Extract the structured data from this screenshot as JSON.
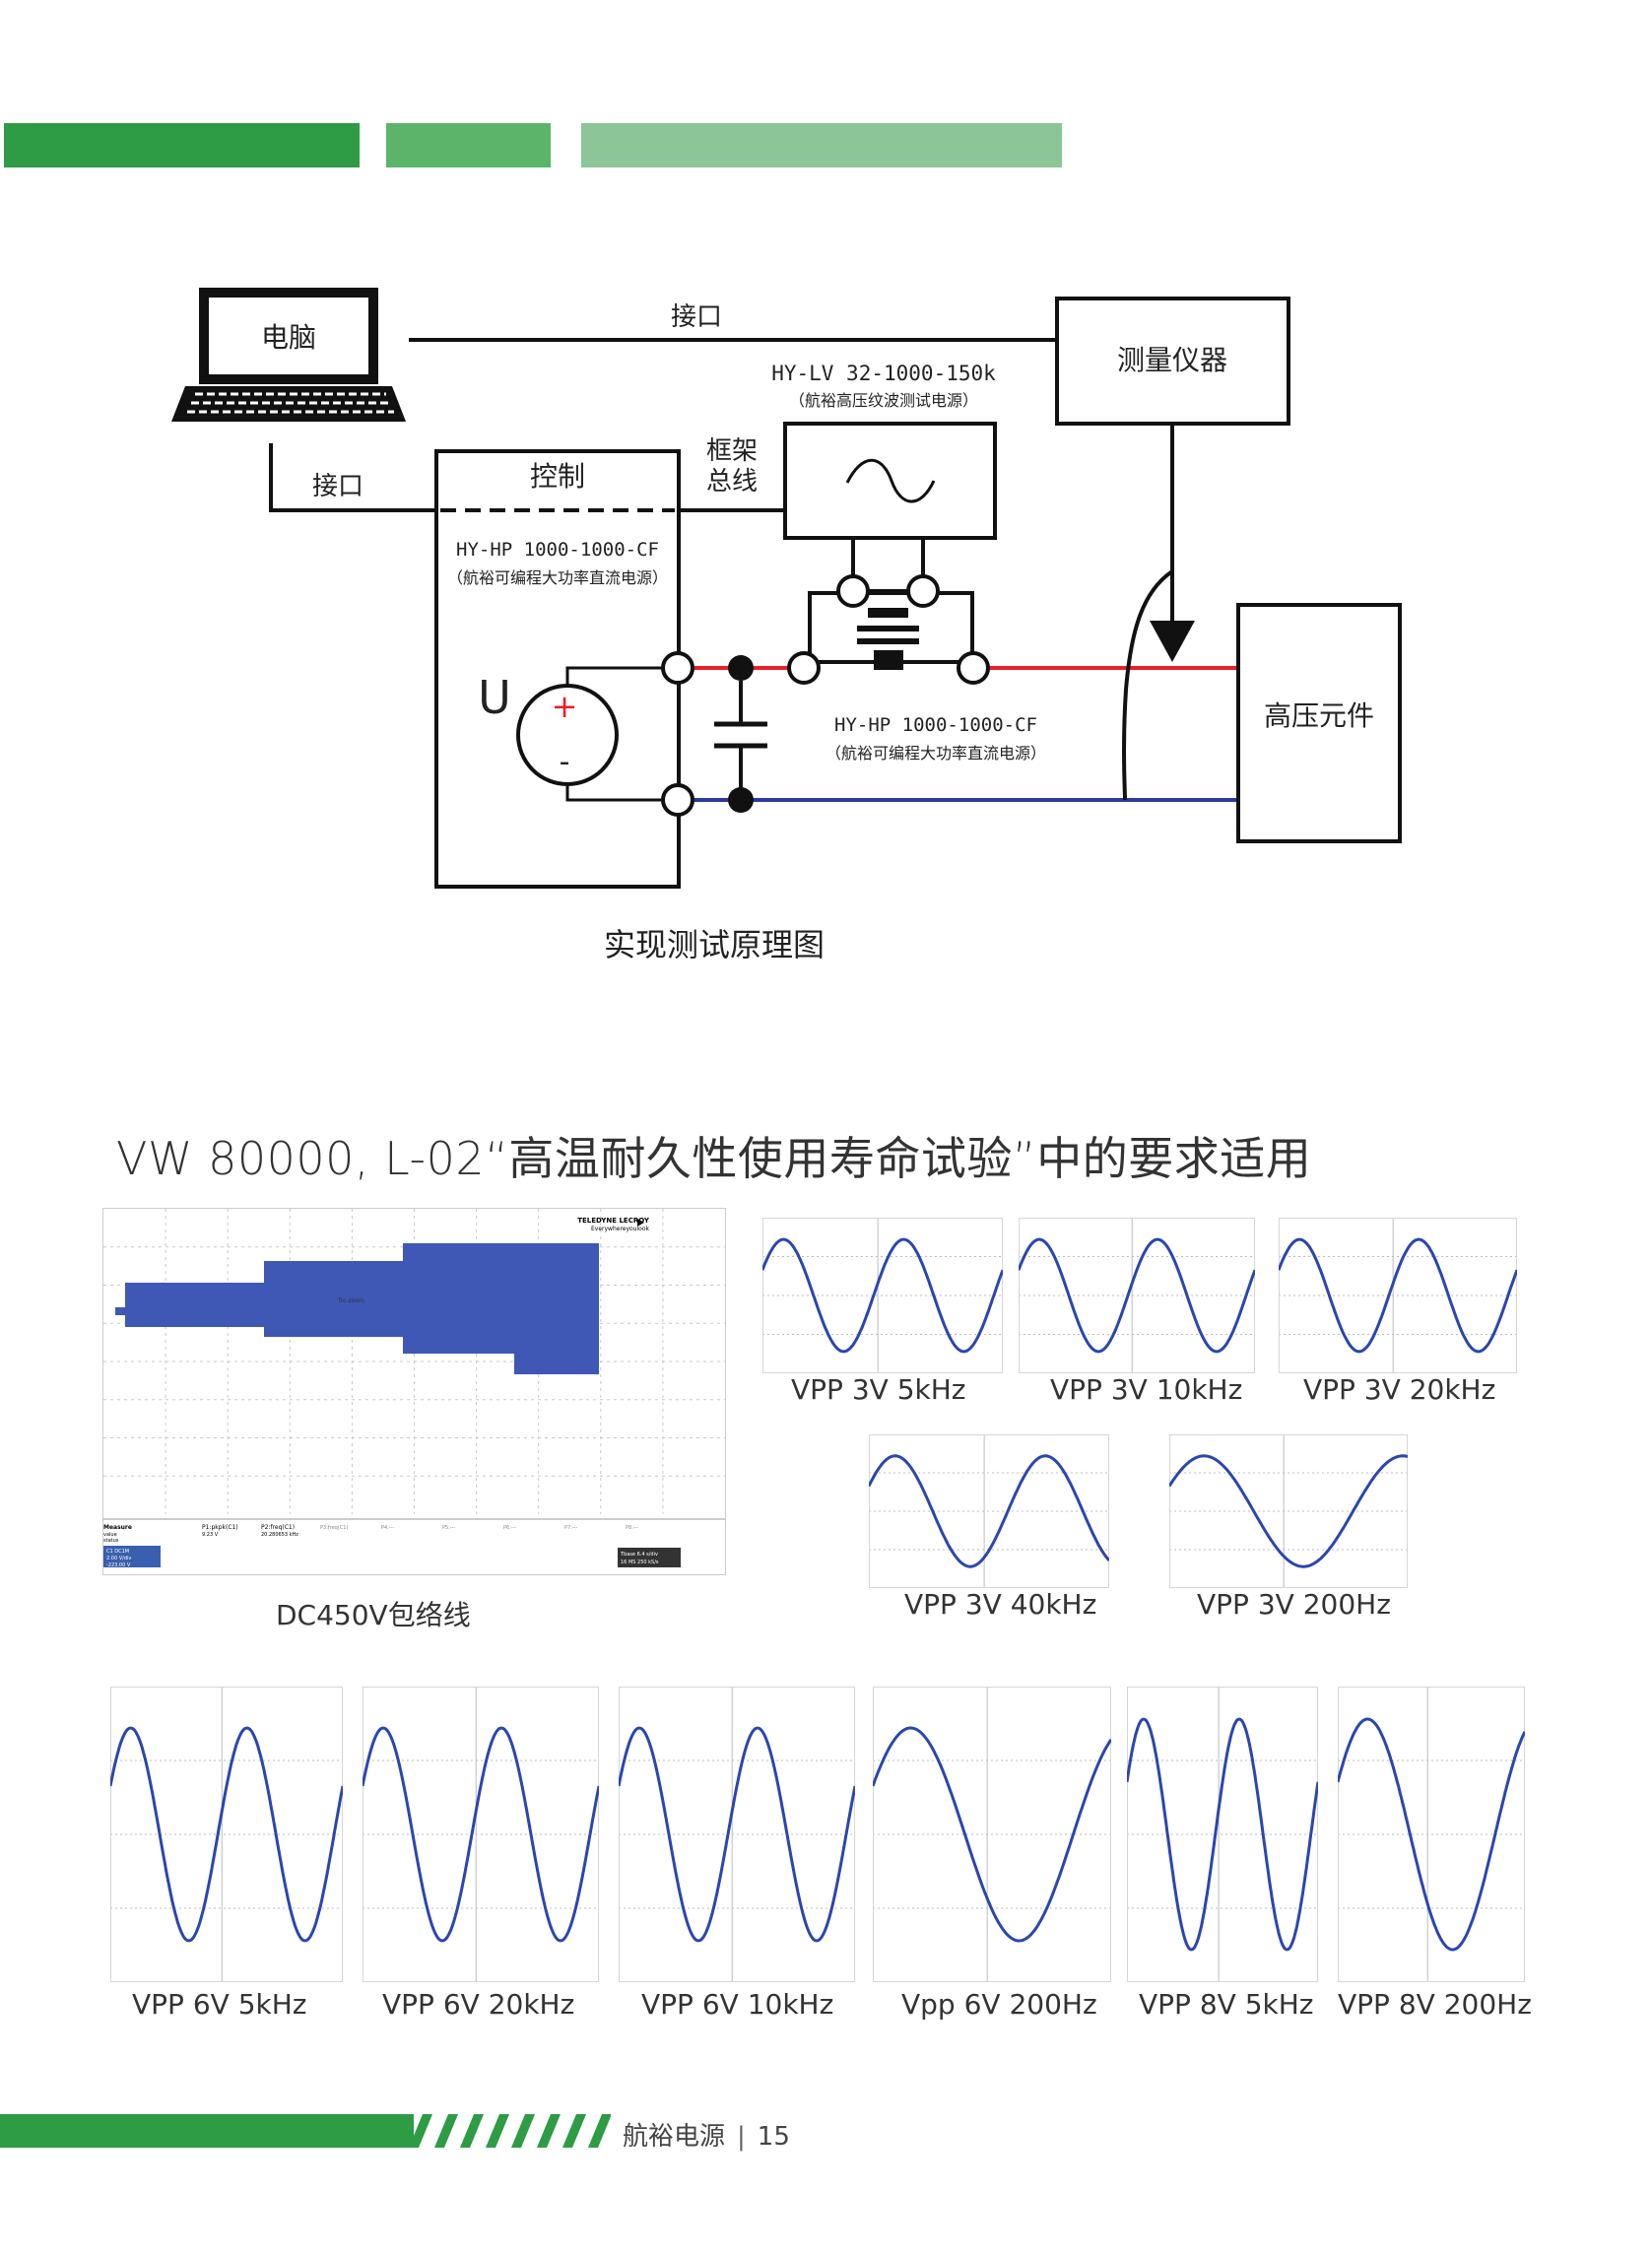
{
  "header": {
    "bar_colors": [
      "#2e9b45",
      "#5bb46a",
      "#8cc597"
    ]
  },
  "diagram": {
    "computer_label": "电脑",
    "interface_top_label": "接口",
    "interface_left_label": "接口",
    "instrument_label": "测量仪器",
    "ripple_source_model": "HY-LV 32-1000-150k",
    "ripple_source_desc": "（航裕高压纹波测试电源）",
    "bus_label_line1": "框架",
    "bus_label_line2": "总线",
    "control_label": "控制",
    "dc_source_model": "HY-HP 1000-1000-CF",
    "dc_source_desc": "（航裕可编程大功率直流电源）",
    "voltage_symbol": "U",
    "plus_sign": "+",
    "minus_sign": "-",
    "inline_model": "HY-HP 1000-1000-CF",
    "inline_desc": "（航裕可编程大功率直流电源）",
    "hv_component_label": "高压元件",
    "caption": "实现测试原理图",
    "colors": {
      "positive_line": "#e8202a",
      "negative_line": "#2b3a9c",
      "stroke": "#111111"
    }
  },
  "section": {
    "title": "VW 80000, L-02“高温耐久性使用寿命试验”中的要求适用"
  },
  "oscilloscope": {
    "brand": "TELEDYNE LECROY",
    "brand_tagline": "Everywhereyoulook",
    "center_label": "Trc-zoom",
    "measure_header": "Measure",
    "measure_row_labels": [
      "value",
      "status"
    ],
    "measure_p1_name": "P1:pkpk(C1)",
    "measure_p1_value": "9.23 V",
    "measure_p2_name": "P2:freq(C1)",
    "measure_p2_value": "20.280653 kHz",
    "other_params": [
      "P3:freq(C1)",
      "P4:---",
      "P5:---",
      "P6:---",
      "P7:---",
      "P8:---"
    ],
    "channel_box_line1": "C1  DC1M",
    "channel_box_line2": "2.00 V/div",
    "channel_box_line3": "-223.00 V",
    "timebase_line1": "Tbase   6.4 s/div",
    "timebase_line2": "16 MS   250 kS/s",
    "caption": "DC450V包络线",
    "envelope_color": "#3f57b5"
  },
  "waveforms_row1": [
    {
      "label": "VPP 3V 5kHz",
      "cycles": 2.0,
      "amplitude": 0.72
    },
    {
      "label": "VPP 3V 10kHz",
      "cycles": 2.0,
      "amplitude": 0.72
    },
    {
      "label": "VPP 3V 20kHz",
      "cycles": 2.0,
      "amplitude": 0.72
    }
  ],
  "waveforms_row2": [
    {
      "label": "VPP 3V 40kHz",
      "cycles": 1.6,
      "amplitude": 0.72
    },
    {
      "label": "VPP 3V 200Hz",
      "cycles": 1.2,
      "amplitude": 0.72
    }
  ],
  "waveforms_row3": [
    {
      "label": "VPP 6V   5kHz",
      "cycles": 2.0,
      "amplitude": 0.72
    },
    {
      "label": "VPP 6V   20kHz",
      "cycles": 2.0,
      "amplitude": 0.72
    },
    {
      "label": "VPP 6V  10kHz",
      "cycles": 2.0,
      "amplitude": 0.72
    },
    {
      "label": "Vpp 6V 200Hz",
      "cycles": 1.1,
      "amplitude": 0.72
    },
    {
      "label": "VPP 8V   5kHz",
      "cycles": 2.0,
      "amplitude": 0.78
    },
    {
      "label": "VPP 8V   200Hz",
      "cycles": 1.1,
      "amplitude": 0.78
    }
  ],
  "wave_color": "#2a46b0",
  "footer": {
    "company": "航裕电源",
    "separator": "|",
    "page_number": "15",
    "color": "#2e9b45"
  }
}
